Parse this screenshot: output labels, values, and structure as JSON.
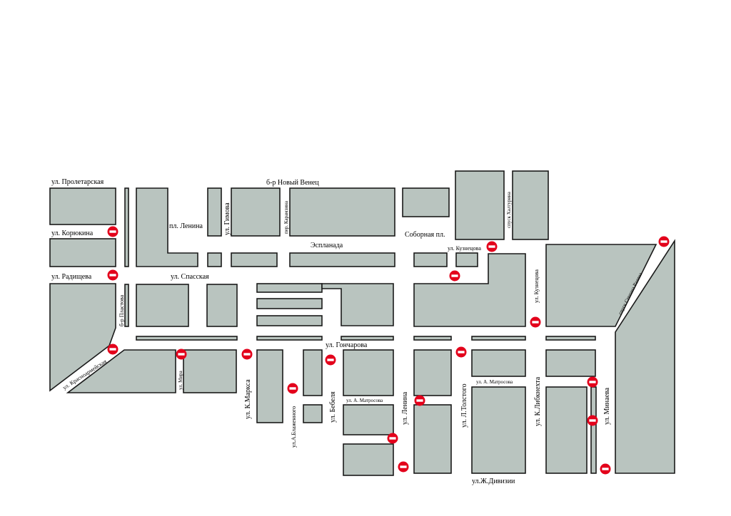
{
  "streets": {
    "proletarskaya": "ул. Пролетарская",
    "novy_venets": "б-р Новый Венец",
    "koryukina": "ул. Корюкина",
    "pl_lenina": "пл. Ленина",
    "gimova": "ул. Гимова",
    "per_karamzina": "пер. Карамзина",
    "sobornaya": "Соборная пл.",
    "spusk_khalturina": "спуск Халтурина",
    "esplanada": "Эспланада",
    "kuznetsova_h": "ул. Кузнецова",
    "radishcheva": "ул. Радищева",
    "spasskaya": "ул. Спасская",
    "kuznetsova_v": "ул. Кузнецова",
    "spusk_razina": "спуск Степана Разина",
    "plastova": "б-р Пластова",
    "goncharova": "ул. Гончарова",
    "krasnoarmeyskaya": "ул. Красноармейская",
    "mira": "ул. Мира",
    "k_marksa": "ул. К.Маркса",
    "blazhennogo": "ул.А.Блаженного",
    "bebelya": "ул. Бебеля",
    "matrosova_1": "ул. А. Матросова",
    "matrosova_2": "ул. А. Матросова",
    "lenina": "ул. Ленина",
    "l_tolstogo": "ул. Л.Толстого",
    "liebknechta": "ул. К.Либкнехта",
    "minaeva": "ул. Минаева",
    "zh_divizii": "ул.Ж.Дивизии"
  },
  "icons": {
    "road_closed": "no-entry-sign-icon"
  },
  "colors": {
    "block_fill": "#b9c4bf",
    "block_stroke": "#1a1a1a",
    "sign_red": "#e3001b"
  }
}
